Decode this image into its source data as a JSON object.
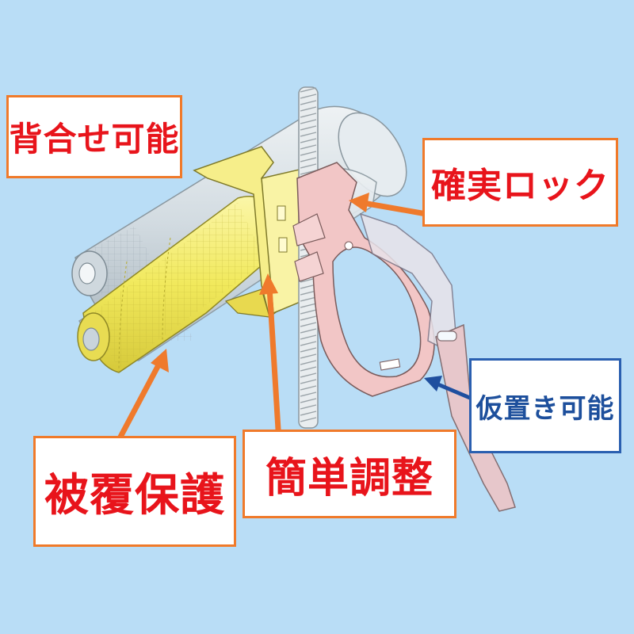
{
  "labels": {
    "back_to_back": "背合せ可能",
    "secure_lock": "確実ロック",
    "temporary_placement": "仮置き可能",
    "coating_protection": "被覆保護",
    "easy_adjustment": "簡単調整"
  },
  "colors": {
    "background": "#b9ddf6",
    "label_text_red": "#e8141b",
    "label_text_blue": "#1d4f9c",
    "label_border_orange": "#f07a2a",
    "label_border_blue": "#2a5fb0",
    "arrow_orange": "#ef7a2c",
    "arrow_blue": "#1f4f9f",
    "pipe_silver": "#d4dde3",
    "pipe_yellow": "#f3ec6b",
    "holder_pink": "#f2c6c6",
    "bracket_yellow": "#f6ee8a"
  }
}
